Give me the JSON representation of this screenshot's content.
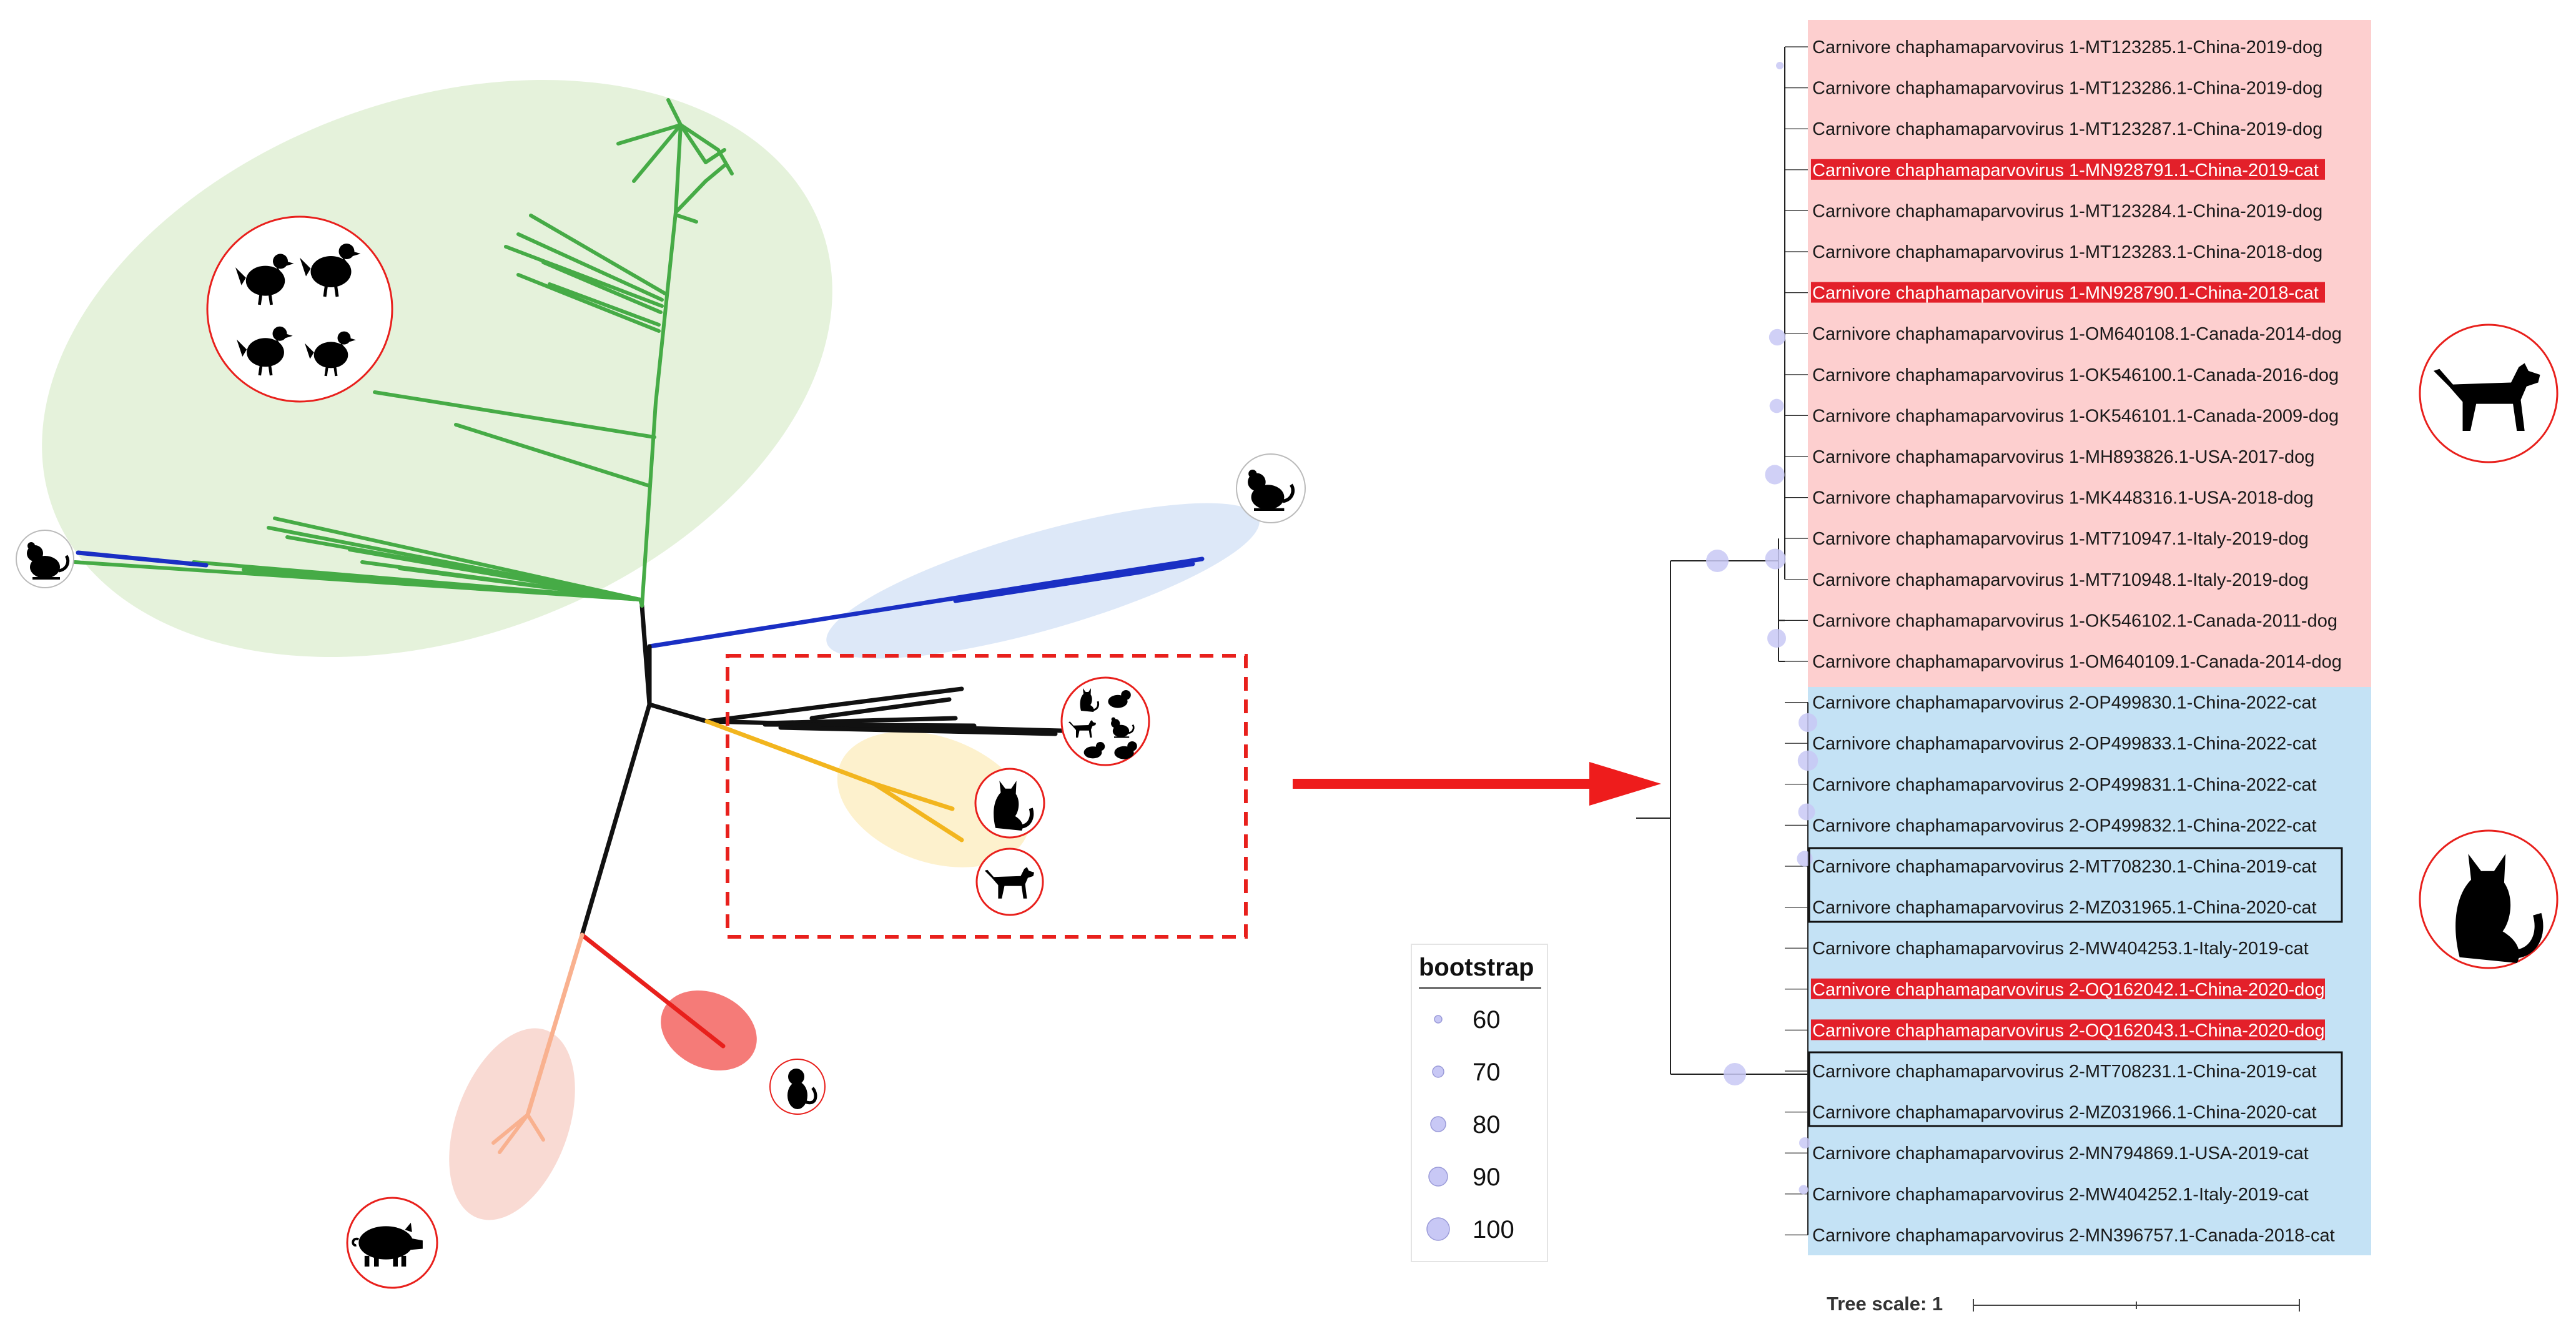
{
  "left_tree": {
    "colors": {
      "bird": "#46ab46",
      "rodent": "#1a2fc4",
      "carnivore": "#111111",
      "cat_dog": "#f2b51e",
      "primate": "#e8201c",
      "pig": "#f9b18f"
    },
    "icons": [
      "birds-icon",
      "rodent-icon",
      "squirrel-icon",
      "mixed-mammals-icon",
      "cat-icon",
      "dog-icon",
      "monkey-icon",
      "pig-icon"
    ]
  },
  "right_tree": {
    "chpv1_leaves": [
      {
        "label": "Carnivore chaphamaparvovirus 1-MT123285.1-China-2019-dog",
        "highlight": false
      },
      {
        "label": "Carnivore chaphamaparvovirus 1-MT123286.1-China-2019-dog",
        "highlight": false
      },
      {
        "label": "Carnivore chaphamaparvovirus 1-MT123287.1-China-2019-dog",
        "highlight": false
      },
      {
        "label": "Carnivore chaphamaparvovirus 1-MN928791.1-China-2019-cat",
        "highlight": true
      },
      {
        "label": "Carnivore chaphamaparvovirus 1-MT123284.1-China-2019-dog",
        "highlight": false
      },
      {
        "label": "Carnivore chaphamaparvovirus 1-MT123283.1-China-2018-dog",
        "highlight": false
      },
      {
        "label": "Carnivore chaphamaparvovirus 1-MN928790.1-China-2018-cat",
        "highlight": true
      },
      {
        "label": "Carnivore chaphamaparvovirus 1-OM640108.1-Canada-2014-dog",
        "highlight": false
      },
      {
        "label": "Carnivore chaphamaparvovirus 1-OK546100.1-Canada-2016-dog",
        "highlight": false
      },
      {
        "label": "Carnivore chaphamaparvovirus 1-OK546101.1-Canada-2009-dog",
        "highlight": false
      },
      {
        "label": "Carnivore chaphamaparvovirus 1-MH893826.1-USA-2017-dog",
        "highlight": false
      },
      {
        "label": "Carnivore chaphamaparvovirus 1-MK448316.1-USA-2018-dog",
        "highlight": false
      },
      {
        "label": "Carnivore chaphamaparvovirus 1-MT710947.1-Italy-2019-dog",
        "highlight": false
      },
      {
        "label": "Carnivore chaphamaparvovirus 1-MT710948.1-Italy-2019-dog",
        "highlight": false
      },
      {
        "label": "Carnivore chaphamaparvovirus 1-OK546102.1-Canada-2011-dog",
        "highlight": false
      },
      {
        "label": "Carnivore chaphamaparvovirus 1-OM640109.1-Canada-2014-dog",
        "highlight": false
      }
    ],
    "chpv2_leaves": [
      {
        "label": "Carnivore chaphamaparvovirus 2-OP499830.1-China-2022-cat",
        "highlight": false
      },
      {
        "label": "Carnivore chaphamaparvovirus 2-OP499833.1-China-2022-cat",
        "highlight": false
      },
      {
        "label": "Carnivore chaphamaparvovirus 2-OP499831.1-China-2022-cat",
        "highlight": false
      },
      {
        "label": "Carnivore chaphamaparvovirus 2-OP499832.1-China-2022-cat",
        "highlight": false
      },
      {
        "label": "Carnivore chaphamaparvovirus 2-MT708230.1-China-2019-cat",
        "highlight": false
      },
      {
        "label": "Carnivore chaphamaparvovirus 2-MZ031965.1-China-2020-cat",
        "highlight": false
      },
      {
        "label": "Carnivore chaphamaparvovirus 2-MW404253.1-Italy-2019-cat",
        "highlight": false
      },
      {
        "label": "Carnivore chaphamaparvovirus 2-OQ162042.1-China-2020-dog",
        "highlight": true
      },
      {
        "label": "Carnivore chaphamaparvovirus 2-OQ162043.1-China-2020-dog",
        "highlight": true
      },
      {
        "label": "Carnivore chaphamaparvovirus 2-MT708231.1-China-2019-cat",
        "highlight": false
      },
      {
        "label": "Carnivore chaphamaparvovirus 2-MZ031966.1-China-2020-cat",
        "highlight": false
      },
      {
        "label": "Carnivore chaphamaparvovirus 2-MN794869.1-USA-2019-cat",
        "highlight": false
      },
      {
        "label": "Carnivore chaphamaparvovirus 2-MW404252.1-Italy-2019-cat",
        "highlight": false
      },
      {
        "label": "Carnivore chaphamaparvovirus 2-MN396757.1-Canada-2018-cat",
        "highlight": false
      }
    ],
    "group_colors": {
      "chpv1": "#fdcfcf",
      "chpv2": "#c4e2f5",
      "highlight": "#e3202a",
      "node": "#c8c8f5"
    },
    "icons": [
      "dog-icon",
      "cat-icon"
    ]
  },
  "legend": {
    "title": "bootstrap",
    "items": [
      {
        "label": "60",
        "value": 60
      },
      {
        "label": "70",
        "value": 70
      },
      {
        "label": "80",
        "value": 80
      },
      {
        "label": "90",
        "value": 90
      },
      {
        "label": "100",
        "value": 100
      }
    ]
  },
  "scale": {
    "label": "Tree scale: 1"
  }
}
